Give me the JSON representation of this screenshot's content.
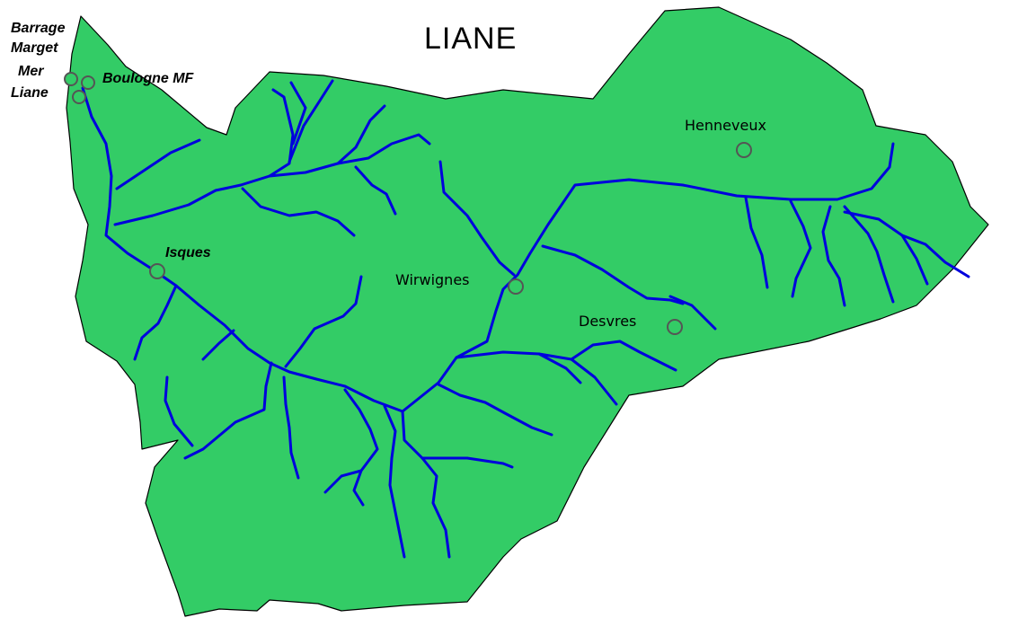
{
  "map": {
    "title": "LIANE",
    "colors": {
      "basin_fill": "#33cc66",
      "basin_outline": "#000000",
      "river": "#0000dd",
      "station_fill": "#33cc66",
      "station_ring": "#555555"
    }
  },
  "stations": [
    {
      "id": "barrage",
      "label": "Barrage"
    },
    {
      "id": "marget",
      "label": "Marget"
    },
    {
      "id": "mer",
      "label": "Mer"
    },
    {
      "id": "boulogne",
      "label": "Boulogne MF"
    },
    {
      "id": "liane",
      "label": "Liane"
    },
    {
      "id": "isques",
      "label": "Isques"
    },
    {
      "id": "wirwignes",
      "label": "Wirwignes"
    },
    {
      "id": "desvres",
      "label": "Desvres"
    },
    {
      "id": "henneveux",
      "label": "Henneveux"
    }
  ]
}
